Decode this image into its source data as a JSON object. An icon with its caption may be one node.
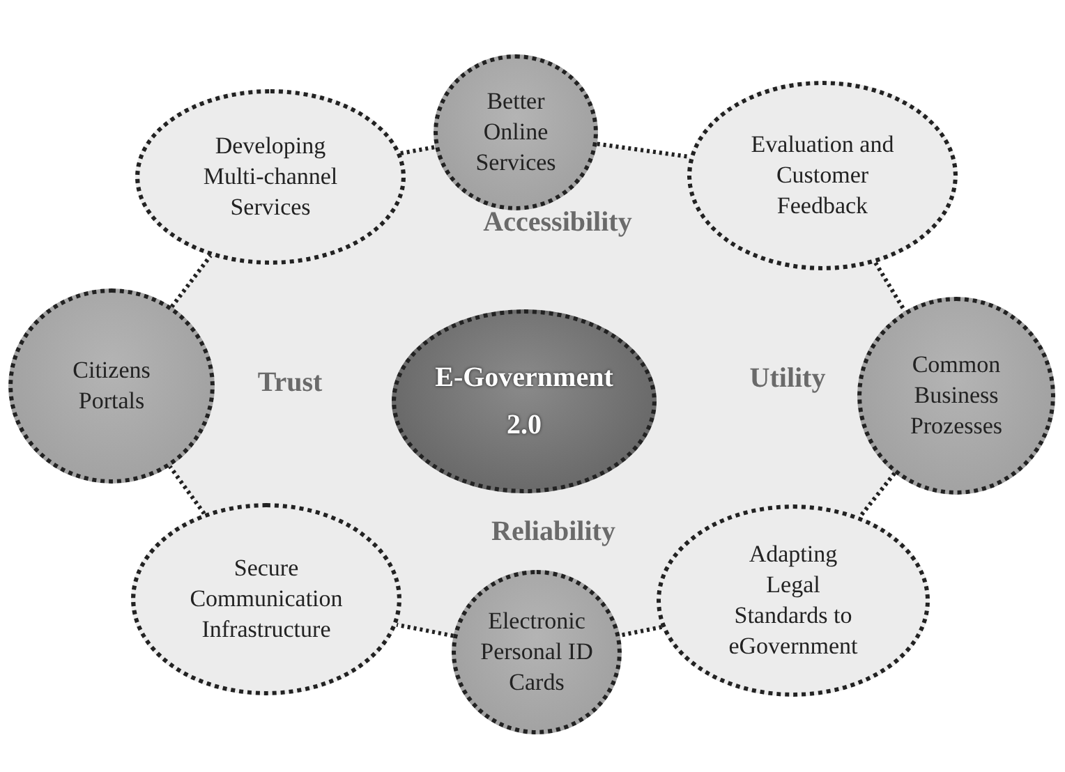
{
  "diagram": {
    "nodes": [
      {
        "text": [
          "Better Online Services"
        ]
      },
      {
        "text": [
          "Developing Multi-channel Services"
        ]
      },
      {
        "text": [
          "Evaluation and Customer Feedback"
        ]
      },
      {
        "text": [
          "Citizens Portals"
        ]
      },
      {
        "text": [
          "E-Government 2.0"
        ]
      },
      {
        "text": [
          "Common Business Prozesses"
        ]
      },
      {
        "text": [
          "Secure Communication Infrastructure"
        ]
      },
      {
        "text": [
          "Adapting Legal Standards to eGovernment"
        ]
      },
      {
        "text": [
          "Electronic Personal ID Cards"
        ]
      }
    ],
    "edges": [
      {
        "from": 1,
        "to": 0,
        "arrow": "none",
        "style": "dashed"
      },
      {
        "from": 0,
        "to": 2,
        "arrow": "none",
        "style": "dashed"
      },
      {
        "from": 2,
        "to": 5,
        "arrow": "none",
        "style": "dashed"
      },
      {
        "from": 5,
        "to": 7,
        "arrow": "none",
        "style": "dashed"
      },
      {
        "from": 7,
        "to": 8,
        "arrow": "none",
        "style": "dashed"
      },
      {
        "from": 8,
        "to": 6,
        "arrow": "none",
        "style": "dashed"
      },
      {
        "from": 6,
        "to": 3,
        "arrow": "none",
        "style": "dashed"
      },
      {
        "from": 3,
        "to": 1,
        "arrow": "none",
        "style": "dashed"
      }
    ],
    "labels": [
      "Accessibility",
      "Trust",
      "Utility",
      "Reliability"
    ]
  }
}
